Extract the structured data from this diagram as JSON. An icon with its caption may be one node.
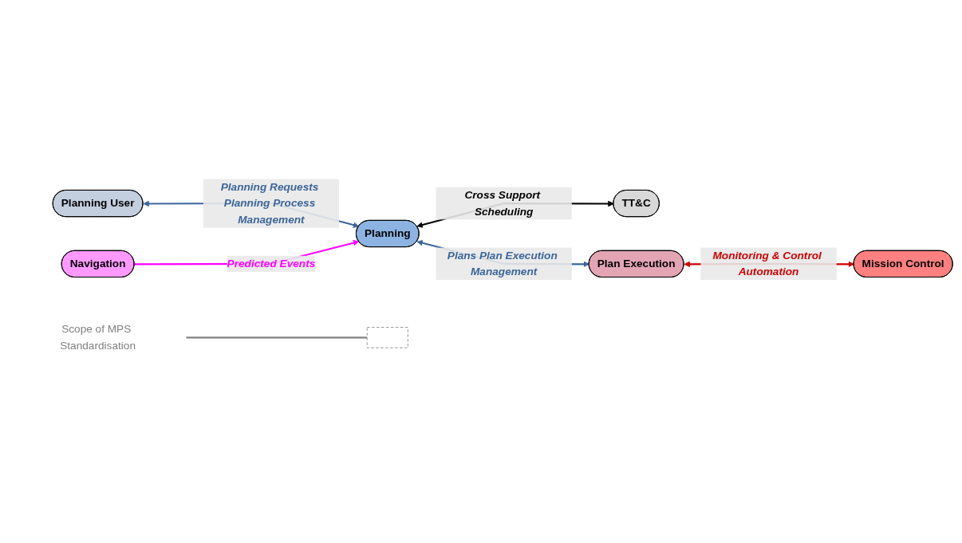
{
  "diagram": {
    "nodes": [
      {
        "text": [
          "Planning User"
        ]
      },
      {
        "text": [
          "Navigation"
        ]
      },
      {
        "text": [
          "Planning"
        ]
      },
      {
        "text": [
          "TT&C"
        ]
      },
      {
        "text": [
          "Plan Execution"
        ]
      },
      {
        "text": [
          "Mission Control"
        ]
      },
      {
        "text": [
          "Scope of MPS Standardisation"
        ]
      },
      {
        "text": [],
        "shape": "box"
      }
    ],
    "edges": [
      {
        "from": 0,
        "to": 2,
        "arrow": "both",
        "label": "Planning Requests Planning Process Management",
        "color": "#3c6699"
      },
      {
        "from": 1,
        "to": 2,
        "arrow": "to",
        "label": "Predicted Events",
        "color": "#ff00ff"
      },
      {
        "from": 2,
        "to": 3,
        "arrow": "both",
        "label": "Cross Support Scheduling",
        "color": "#000000"
      },
      {
        "from": 2,
        "to": 4,
        "arrow": "both",
        "label": "Plans Plan Execution Management",
        "color": "#3c6699"
      },
      {
        "from": 4,
        "to": 5,
        "arrow": "both",
        "label": "Monitoring & Control Automation",
        "color": "#cc0000"
      },
      {
        "from": 6,
        "to": 7,
        "arrow": "none",
        "color": "#808080"
      }
    ]
  }
}
